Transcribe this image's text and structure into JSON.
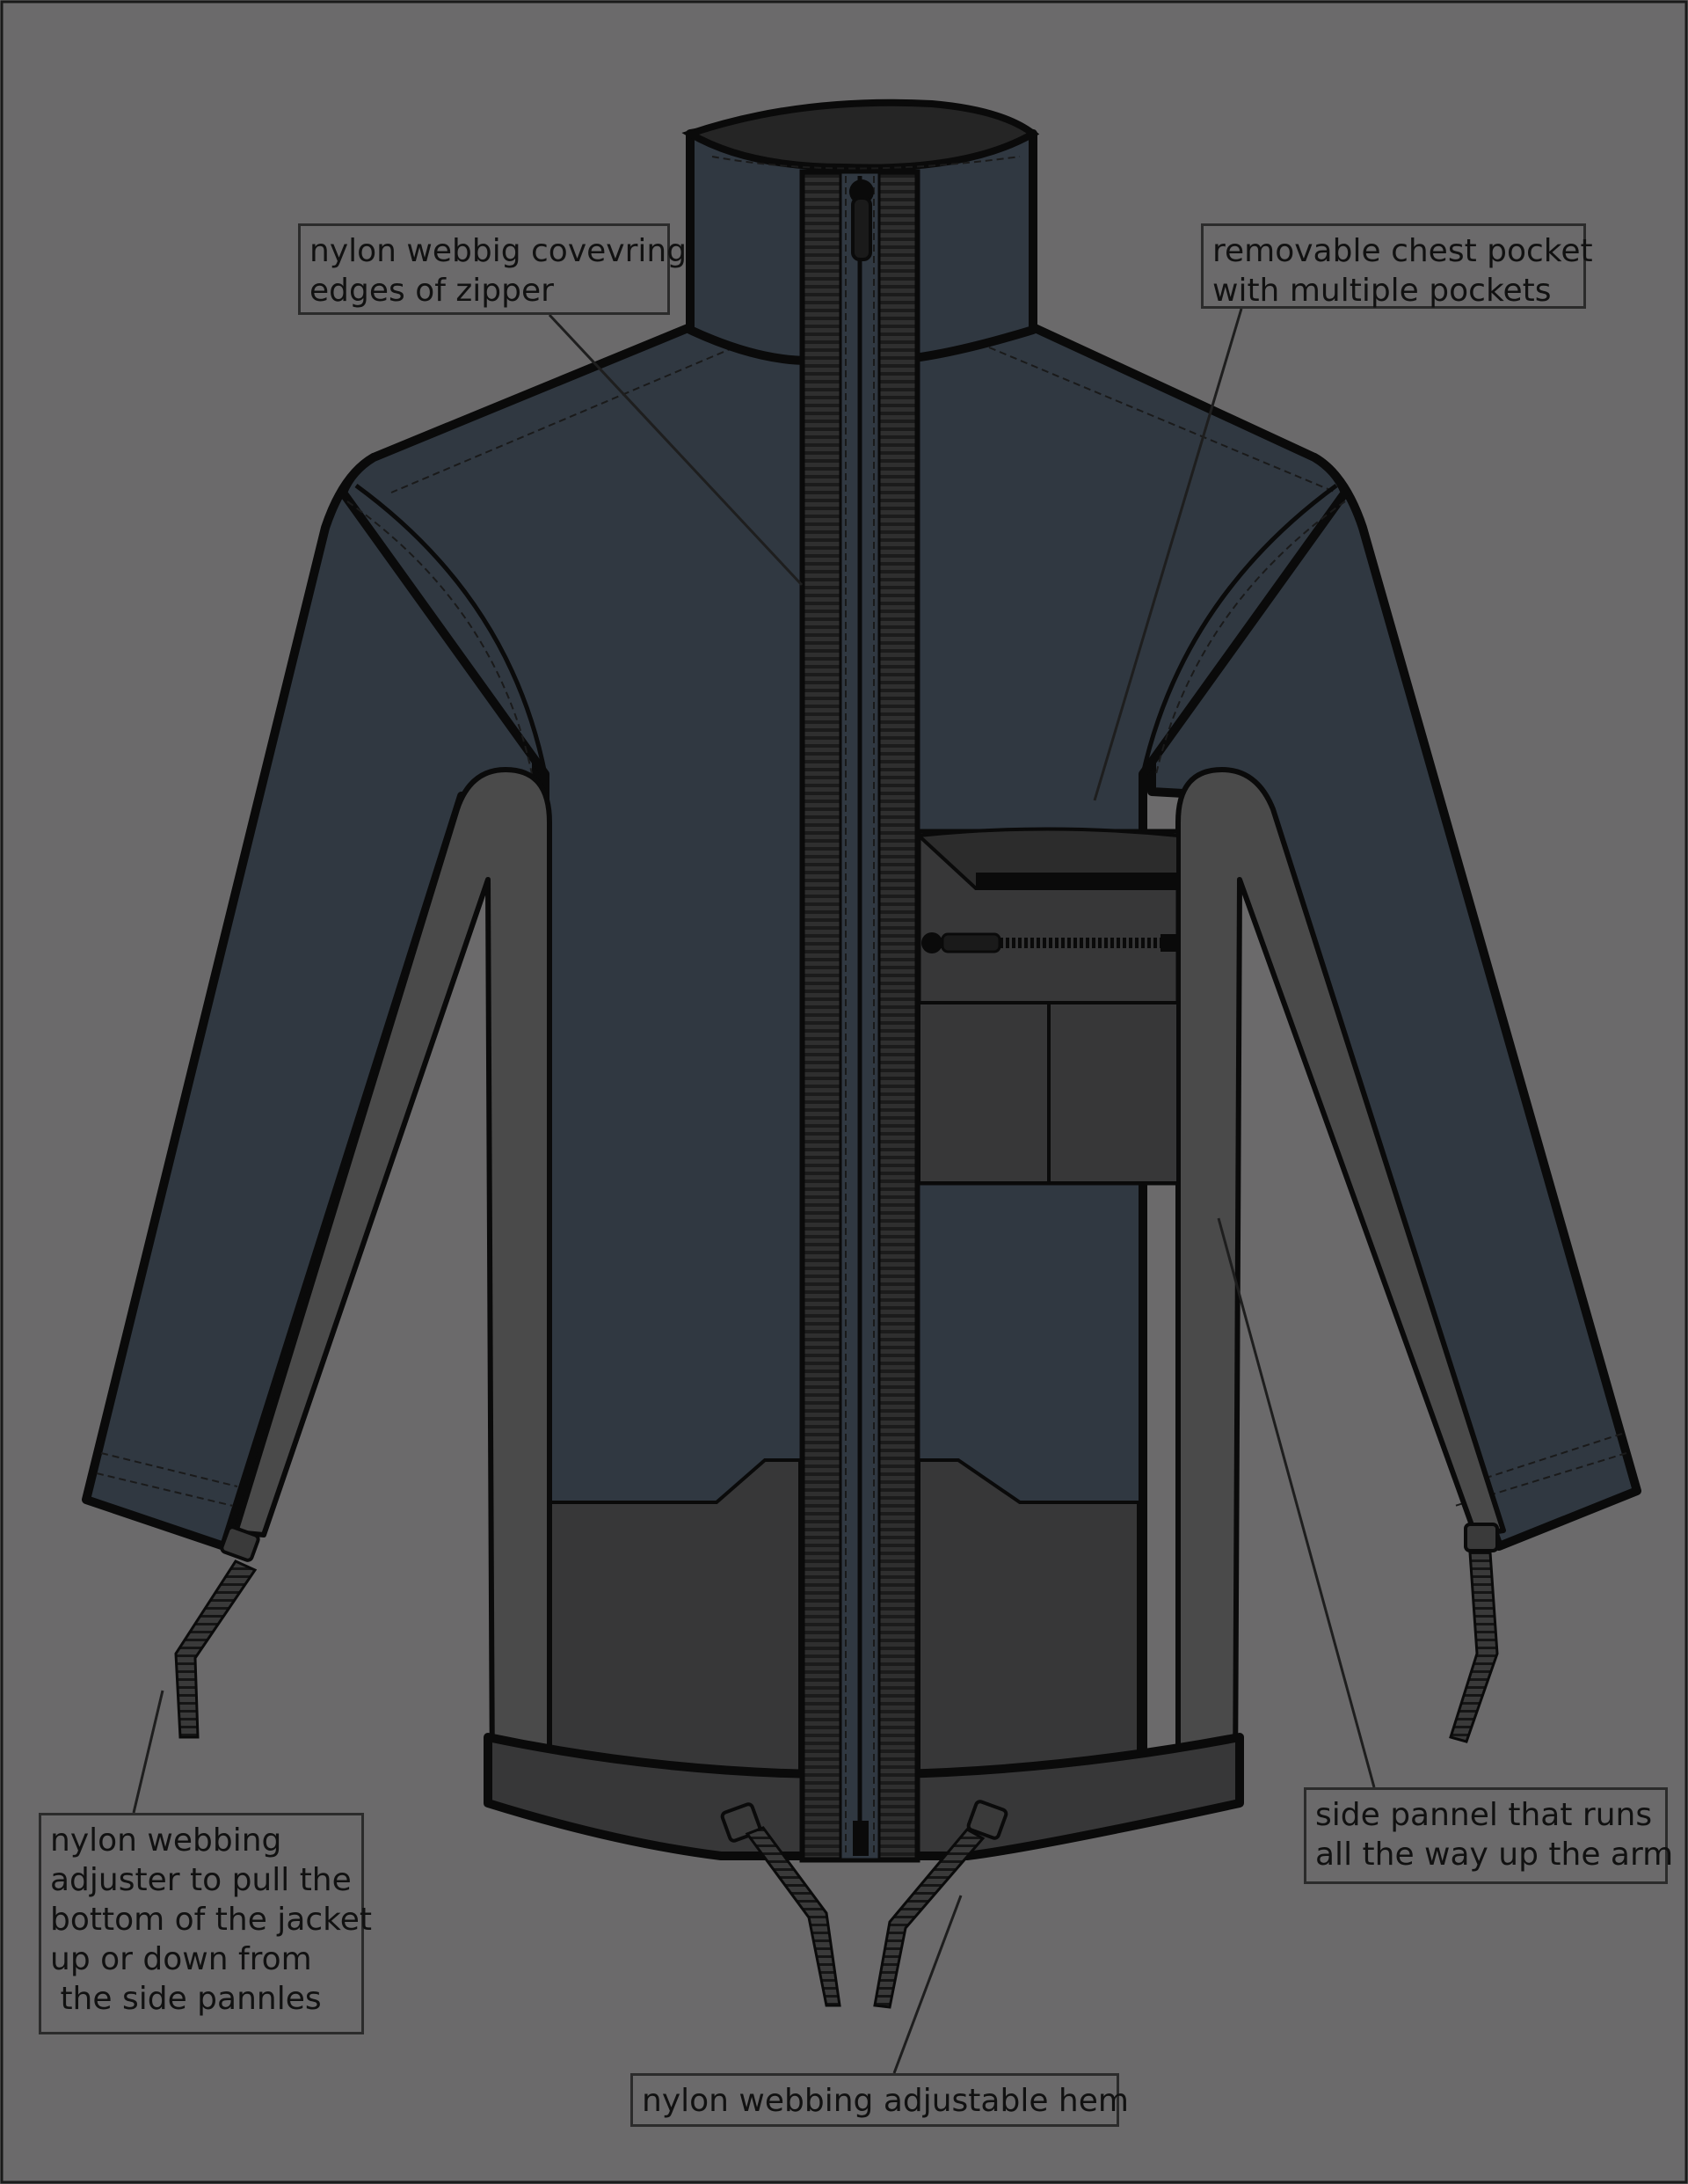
{
  "callouts": {
    "zipper": "nylon webbig covevring\nedges of zipper",
    "chest_pocket": "removable chest pocket\nwith multiple pockets",
    "adjuster": "nylon webbing\nadjuster to pull the\nbottom of the jacket\nup or down from\n the side pannles",
    "side_panel": "side pannel that runs\nall the way up the arm",
    "hem": "nylon webbing adjustable hem"
  },
  "colors": {
    "background": "#6b6a6b",
    "jacket_body": "#303841",
    "side_panel": "#4a4a4a",
    "lower_panel": "#373738",
    "outline": "#0a0a0a",
    "zipper_tape": "#2f2f2f",
    "collar_inner": "#252525"
  }
}
